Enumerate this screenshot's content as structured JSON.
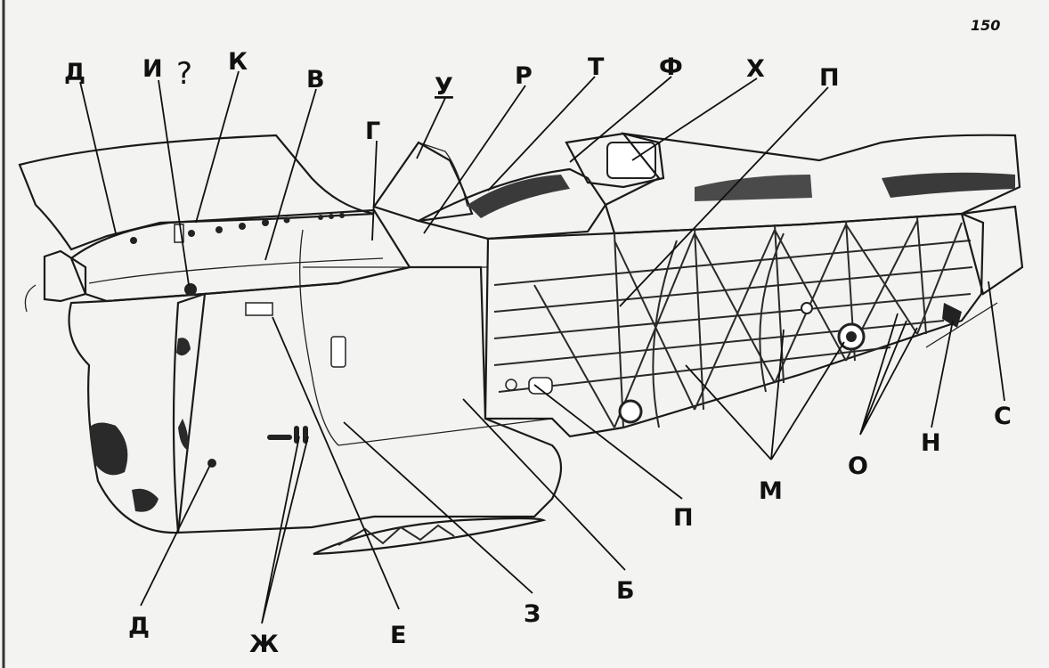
{
  "page": {
    "number": "150",
    "question_mark": "?"
  },
  "callouts": [
    {
      "id": "D-top",
      "letter": "Д"
    },
    {
      "id": "I",
      "letter": "И"
    },
    {
      "id": "K",
      "letter": "К"
    },
    {
      "id": "V",
      "letter": "В"
    },
    {
      "id": "G",
      "letter": "Г"
    },
    {
      "id": "U",
      "letter": "У"
    },
    {
      "id": "R",
      "letter": "Р"
    },
    {
      "id": "T",
      "letter": "Т"
    },
    {
      "id": "F",
      "letter": "Ф"
    },
    {
      "id": "Kh",
      "letter": "Х"
    },
    {
      "id": "P-top",
      "letter": "П"
    },
    {
      "id": "S",
      "letter": "С"
    },
    {
      "id": "N",
      "letter": "Н"
    },
    {
      "id": "O",
      "letter": "О"
    },
    {
      "id": "M",
      "letter": "М"
    },
    {
      "id": "P-bottom",
      "letter": "П"
    },
    {
      "id": "B",
      "letter": "Б"
    },
    {
      "id": "Z",
      "letter": "З"
    },
    {
      "id": "E",
      "letter": "Е"
    },
    {
      "id": "Zh",
      "letter": "Ж"
    },
    {
      "id": "D-bottom",
      "letter": "Д"
    }
  ],
  "colors": {
    "paper": "#f3f3f1",
    "ink": "#111111",
    "shade": "#3a3a3a"
  }
}
